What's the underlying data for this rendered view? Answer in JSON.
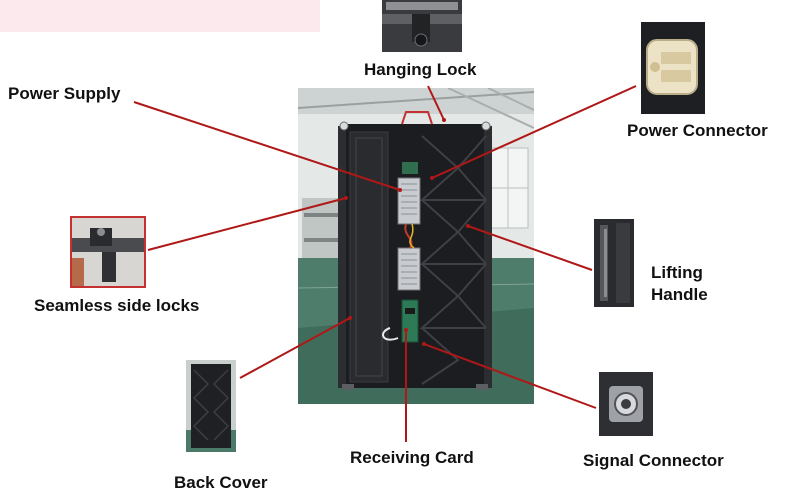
{
  "labels": {
    "hanging_lock": "Hanging Lock",
    "power_supply": "Power Supply",
    "power_connector": "Power Connector",
    "seamless_side_locks": "Seamless side locks",
    "lifting_handle_line1": "Lifting",
    "lifting_handle_line2": "Handle",
    "back_cover": "Back Cover",
    "receiving_card": "Receiving Card",
    "signal_connector": "Signal Connector"
  },
  "colors": {
    "leader_line": "#b01818",
    "text": "#111111",
    "cabinet": "#1c1d20",
    "warehouse_wall": "#dfe3e2",
    "floor": "#4f7d6b",
    "frame_red": "#c53131"
  }
}
